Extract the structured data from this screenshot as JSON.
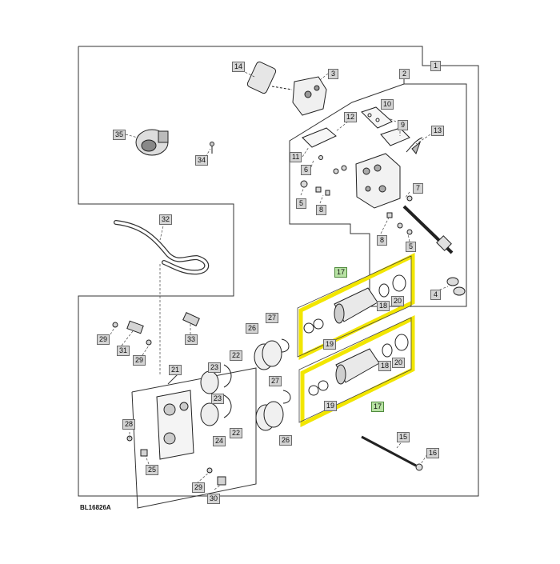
{
  "diagram": {
    "code": "BL16826A",
    "highlight_color": "#f2e600",
    "labels": [
      "1",
      "2",
      "3",
      "4",
      "5",
      "6",
      "7",
      "8",
      "9",
      "10",
      "11",
      "12",
      "13",
      "14",
      "15",
      "16",
      "17",
      "18",
      "19",
      "20",
      "21",
      "22",
      "23",
      "24",
      "25",
      "26",
      "27",
      "28",
      "29",
      "30",
      "31",
      "32",
      "33",
      "34",
      "35"
    ],
    "callouts": [
      {
        "id": "c1",
        "text": "1",
        "style": "grey"
      },
      {
        "id": "c2",
        "text": "2",
        "style": "grey"
      },
      {
        "id": "c3",
        "text": "3",
        "style": "grey"
      },
      {
        "id": "c14",
        "text": "14",
        "style": "grey"
      },
      {
        "id": "c35",
        "text": "35",
        "style": "grey"
      },
      {
        "id": "c34",
        "text": "34",
        "style": "grey"
      },
      {
        "id": "c10",
        "text": "10",
        "style": "grey"
      },
      {
        "id": "c12",
        "text": "12",
        "style": "grey"
      },
      {
        "id": "c9",
        "text": "9",
        "style": "grey"
      },
      {
        "id": "c13",
        "text": "13",
        "style": "grey"
      },
      {
        "id": "c11",
        "text": "11",
        "style": "grey"
      },
      {
        "id": "c6",
        "text": "6",
        "style": "grey"
      },
      {
        "id": "c5a",
        "text": "5",
        "style": "grey"
      },
      {
        "id": "c8a",
        "text": "8",
        "style": "grey"
      },
      {
        "id": "c7",
        "text": "7",
        "style": "grey"
      },
      {
        "id": "c8b",
        "text": "8",
        "style": "grey"
      },
      {
        "id": "c5b",
        "text": "5",
        "style": "grey"
      },
      {
        "id": "c4",
        "text": "4",
        "style": "grey"
      },
      {
        "id": "c32",
        "text": "32",
        "style": "grey"
      },
      {
        "id": "c17a",
        "text": "17",
        "style": "green"
      },
      {
        "id": "c18a",
        "text": "18",
        "style": "grey"
      },
      {
        "id": "c20a",
        "text": "20",
        "style": "grey"
      },
      {
        "id": "c19a",
        "text": "19",
        "style": "grey"
      },
      {
        "id": "c18b",
        "text": "18",
        "style": "grey"
      },
      {
        "id": "c20b",
        "text": "20",
        "style": "grey"
      },
      {
        "id": "c19b",
        "text": "19",
        "style": "grey"
      },
      {
        "id": "c17b",
        "text": "17",
        "style": "green"
      },
      {
        "id": "c27a",
        "text": "27",
        "style": "grey"
      },
      {
        "id": "c26a",
        "text": "26",
        "style": "grey"
      },
      {
        "id": "c27b",
        "text": "27",
        "style": "grey"
      },
      {
        "id": "c26b",
        "text": "26",
        "style": "grey"
      },
      {
        "id": "c22a",
        "text": "22",
        "style": "grey"
      },
      {
        "id": "c23a",
        "text": "23",
        "style": "grey"
      },
      {
        "id": "c22b",
        "text": "22",
        "style": "grey"
      },
      {
        "id": "c23b",
        "text": "23",
        "style": "grey"
      },
      {
        "id": "c24",
        "text": "24",
        "style": "grey"
      },
      {
        "id": "c21",
        "text": "21",
        "style": "grey"
      },
      {
        "id": "c29a",
        "text": "29",
        "style": "grey"
      },
      {
        "id": "c31",
        "text": "31",
        "style": "grey"
      },
      {
        "id": "c29b",
        "text": "29",
        "style": "grey"
      },
      {
        "id": "c33",
        "text": "33",
        "style": "grey"
      },
      {
        "id": "c28",
        "text": "28",
        "style": "grey"
      },
      {
        "id": "c25",
        "text": "25",
        "style": "grey"
      },
      {
        "id": "c29c",
        "text": "29",
        "style": "grey"
      },
      {
        "id": "c30",
        "text": "30",
        "style": "grey"
      },
      {
        "id": "c15",
        "text": "15",
        "style": "grey"
      },
      {
        "id": "c16",
        "text": "16",
        "style": "grey"
      }
    ]
  }
}
